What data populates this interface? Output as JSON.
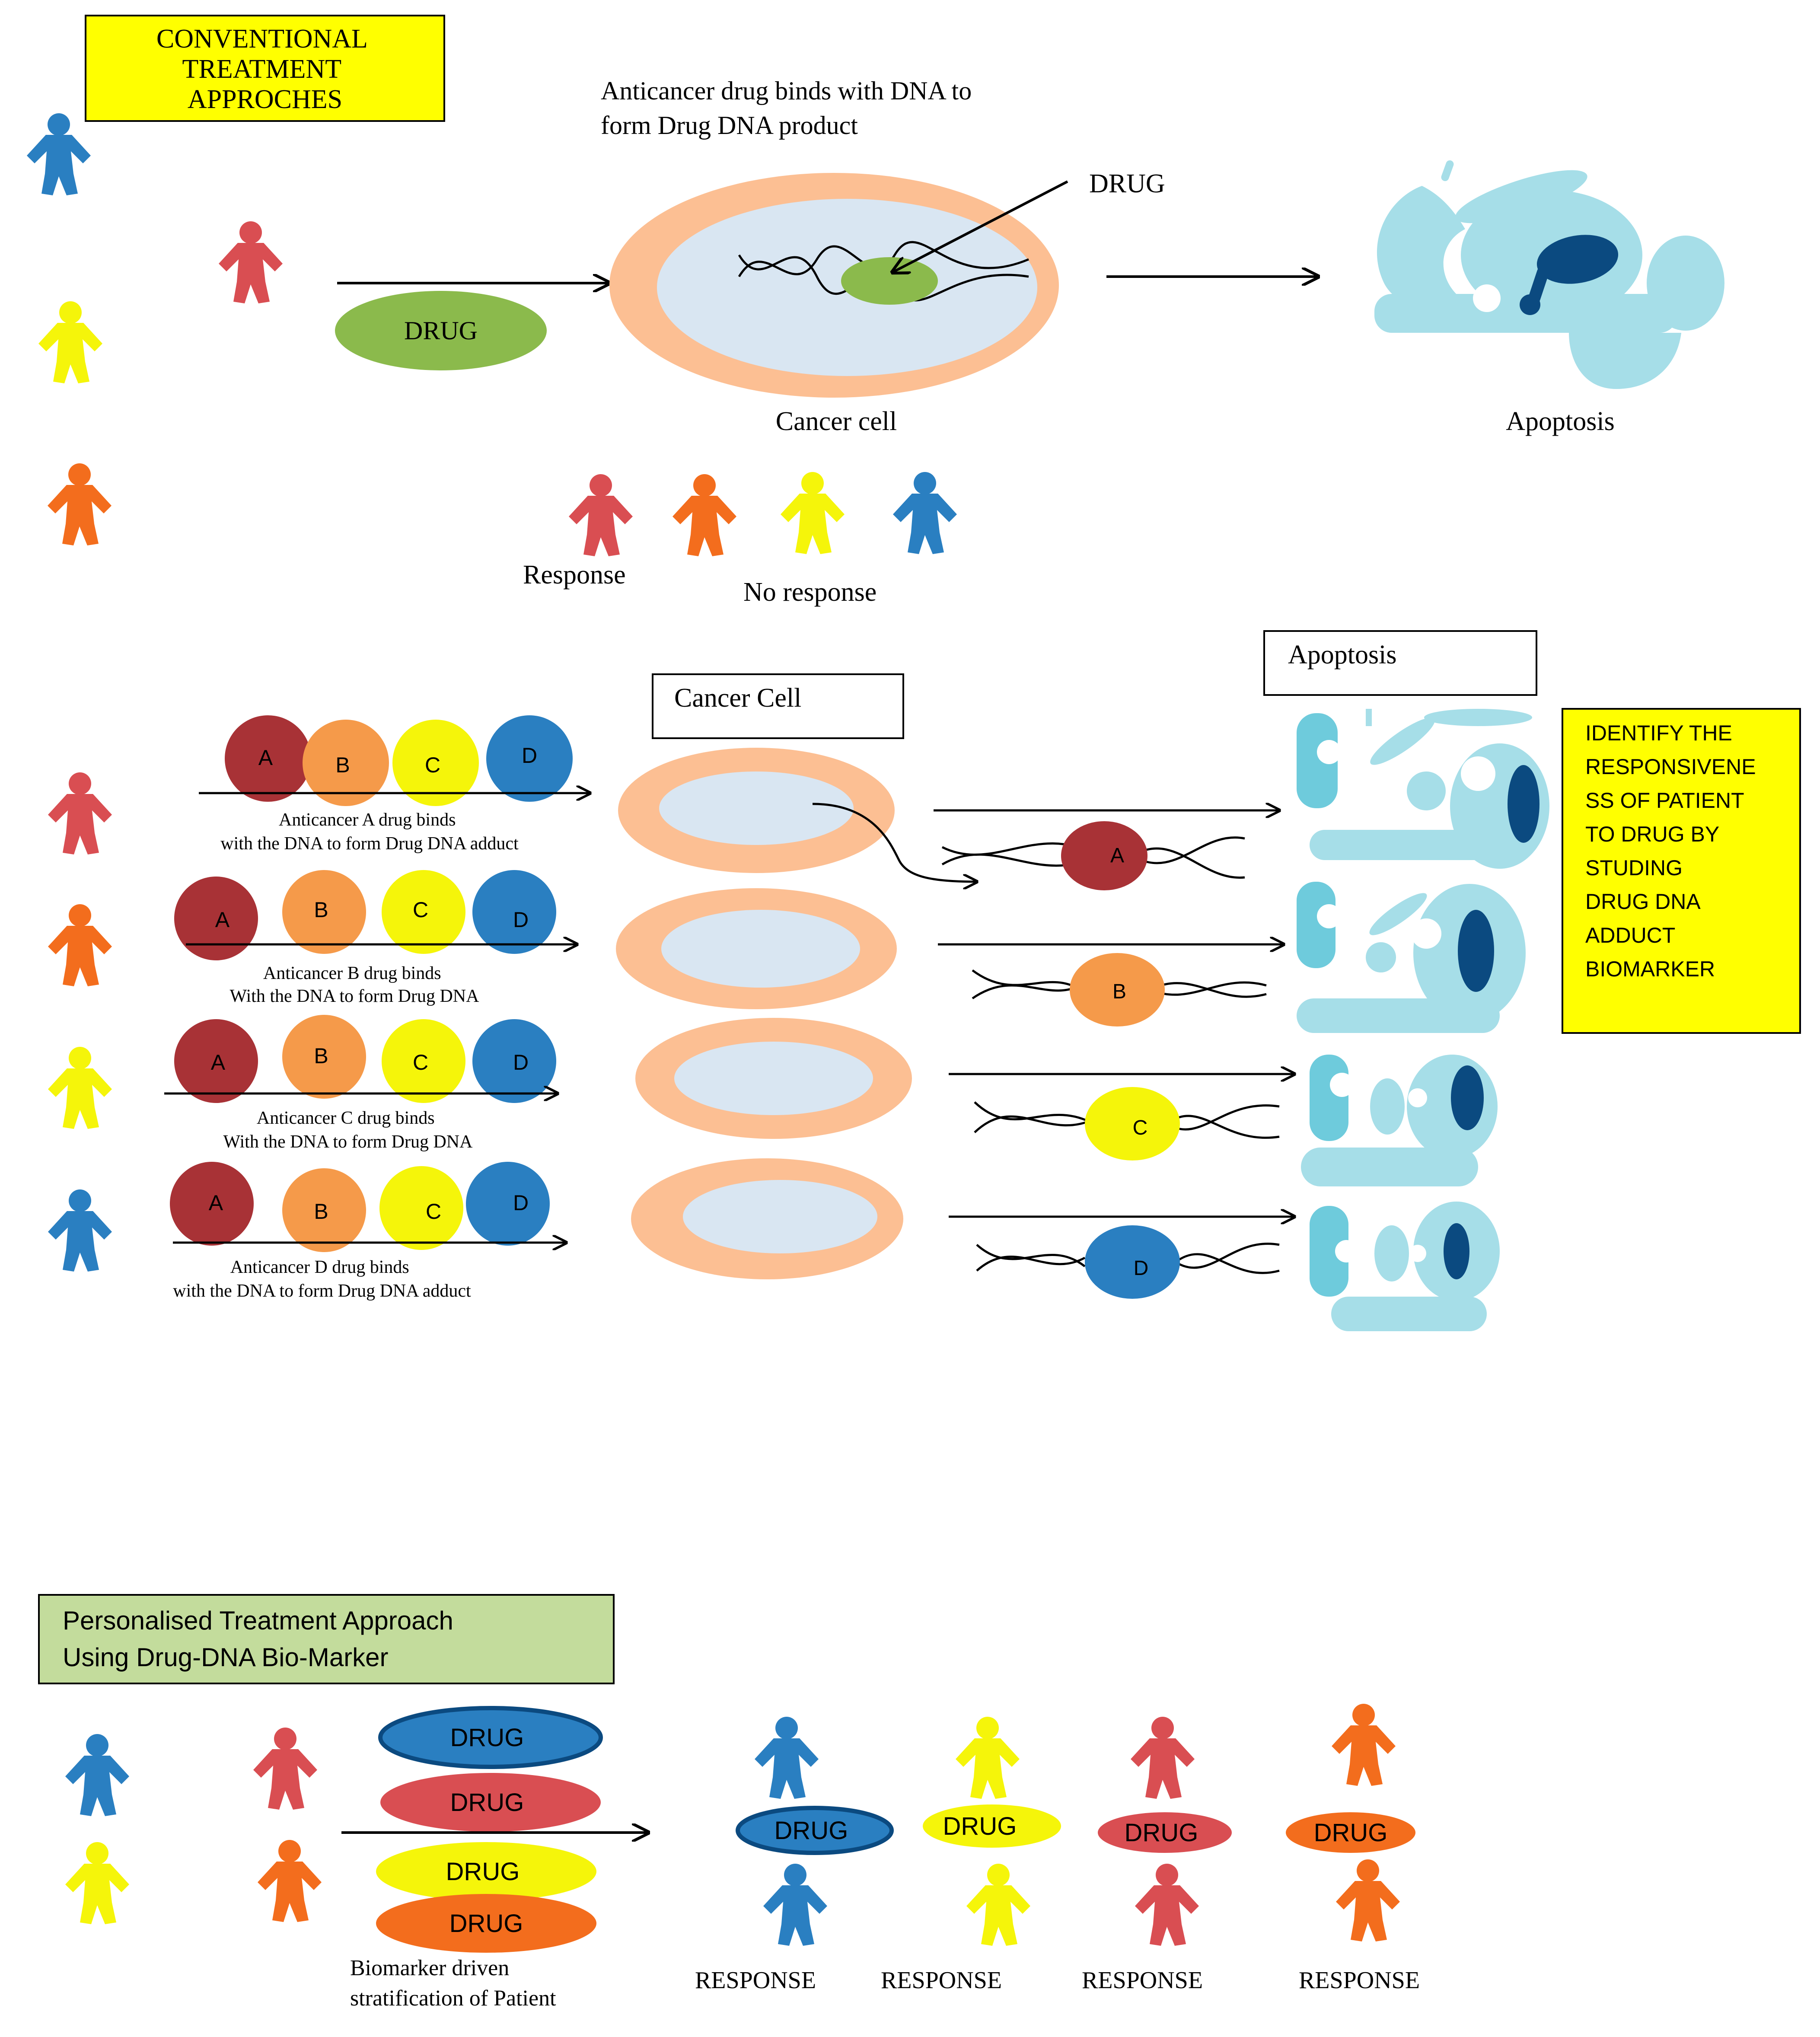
{
  "colors": {
    "blue": "#2a7fc1",
    "red": "#d94e52",
    "yellow": "#f5f50a",
    "orange": "#f36d1d",
    "dark_red": "#a83236",
    "light_orange": "#f59a4a",
    "drug_green": "#8bba4c",
    "cell_outer": "#fcbf93",
    "cell_inner": "#d9e6f2",
    "apop_light": "#a6dee8",
    "apop_mid": "#6ecbdc",
    "apop_dark": "#0b4a80",
    "label_yellow": "#ffff00",
    "label_green": "#c3dc9c"
  },
  "section1": {
    "label_lines": [
      "CONVENTIONAL",
      "TREATMENT",
      "APPROCHES"
    ],
    "caption_lines": [
      "Anticancer drug binds with DNA to",
      "form Drug DNA product"
    ],
    "drug_pointer_label": "DRUG",
    "drug_pill": "DRUG",
    "cancer_cell_label": "Cancer cell",
    "apoptosis_label": "Apoptosis",
    "response_label": "Response",
    "no_response_label": "No response"
  },
  "section2": {
    "cancer_cell_box": "Cancer Cell",
    "apoptosis_box": "Apoptosis",
    "identify_lines": [
      "IDENTIFY THE",
      "RESPONSIVENE",
      "SS OF PATIENT",
      "TO DRUG BY",
      "STUDING",
      "DRUG DNA",
      "ADDUCT",
      "BIOMARKER"
    ],
    "rows": [
      {
        "balls": [
          "A",
          "B",
          "C",
          "D"
        ],
        "caption_lines": [
          "Anticancer A drug binds",
          "with the DNA to form Drug DNA adduct"
        ],
        "adduct": "A"
      },
      {
        "balls": [
          "A",
          "B",
          "C",
          "D"
        ],
        "caption_lines": [
          "Anticancer B drug binds",
          "With the DNA to form Drug DNA"
        ],
        "adduct": "B"
      },
      {
        "balls": [
          "A",
          "B",
          "C",
          "D"
        ],
        "caption_lines": [
          "Anticancer C drug binds",
          "With the DNA to form Drug DNA"
        ],
        "adduct": "C"
      },
      {
        "balls": [
          "A",
          "B",
          "C",
          "D"
        ],
        "caption_lines": [
          "Anticancer D drug binds",
          "with the DNA to form Drug DNA adduct"
        ],
        "adduct": "D"
      }
    ]
  },
  "section3": {
    "label_lines": [
      "Personalised Treatment Approach",
      "Using Drug-DNA Bio-Marker"
    ],
    "drug_stack": [
      "DRUG",
      "DRUG",
      "DRUG",
      "DRUG"
    ],
    "stratification_lines": [
      "Biomarker driven",
      "stratification of Patient"
    ],
    "matched_drugs": [
      "DRUG",
      "DRUG",
      "DRUG",
      "DRUG"
    ],
    "responses": [
      "RESPONSE",
      "RESPONSE",
      "RESPONSE",
      "RESPONSE"
    ]
  }
}
